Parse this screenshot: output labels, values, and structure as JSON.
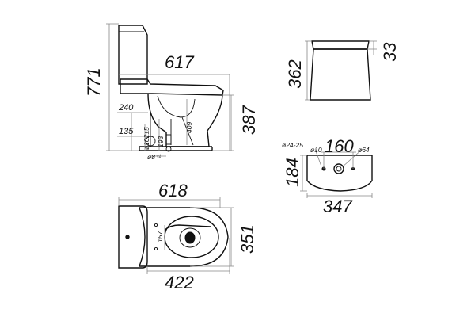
{
  "side_view": {
    "height": "771",
    "length": "617",
    "seat_height": "387",
    "tank_offset": "240",
    "outlet_height": "135",
    "outlet_diameter": "ø102±5",
    "outlet_center": "193",
    "bowl_depth": "409",
    "base_fixing": "ø8⁺¹"
  },
  "tank_front": {
    "height": "362",
    "lid_thickness": "33"
  },
  "tank_top": {
    "depth": "184",
    "hole_spacing": "160",
    "width": "347",
    "inlet_hole": "ø24-25",
    "side_hole": "ø10",
    "flush_hole": "ø64"
  },
  "top_view": {
    "length": "618",
    "width": "351",
    "base_length": "422",
    "bolt_spacing": "157"
  }
}
